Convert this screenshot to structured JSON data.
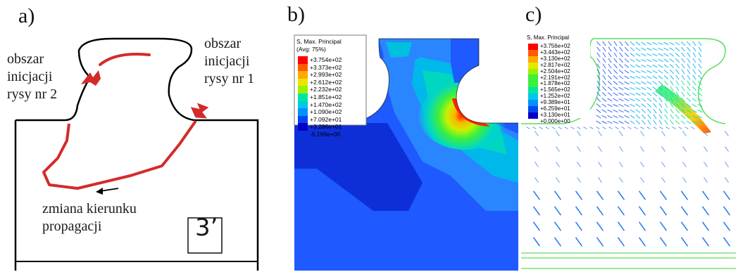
{
  "panels": {
    "a": {
      "label": "a)",
      "annotation_left": [
        "obszar",
        "inicjacji",
        "rysy nr 2"
      ],
      "annotation_right": [
        "obszar",
        "inicjacji",
        "rysy nr 1"
      ],
      "annotation_bottom": [
        "zmiana kierunku",
        "propagacji"
      ],
      "specimen_id": "3’",
      "crack_color": "#d42a2a"
    },
    "b": {
      "label": "b)",
      "legend_title": "S, Max. Principal",
      "legend_subtitle": "(Avg: 75%)",
      "legend_values": [
        "+3.754e+02",
        "+3.373e+02",
        "+2.993e+02",
        "+2.612e+02",
        "+2.232e+02",
        "+1.851e+02",
        "+1.470e+02",
        "+1.090e+02",
        "+7.092e+01",
        "+3.286e+01",
        "-5.199e+00"
      ]
    },
    "c": {
      "label": "c)",
      "legend_title": "S, Max. Principal",
      "legend_values": [
        "+3.756e+02",
        "+3.443e+02",
        "+3.130e+02",
        "+2.817e+02",
        "+2.504e+02",
        "+2.191e+02",
        "+1.878e+02",
        "+1.565e+02",
        "+1.252e+02",
        "+9.389e+01",
        "+6.259e+01",
        "+3.130e+01",
        "+0.000e+00"
      ]
    }
  },
  "colormap": [
    "#ff0000",
    "#ff5a00",
    "#ffaa00",
    "#e6e600",
    "#9cf000",
    "#3cf03c",
    "#00e6a0",
    "#00c8e6",
    "#0090ff",
    "#0046f0",
    "#0000c8"
  ]
}
